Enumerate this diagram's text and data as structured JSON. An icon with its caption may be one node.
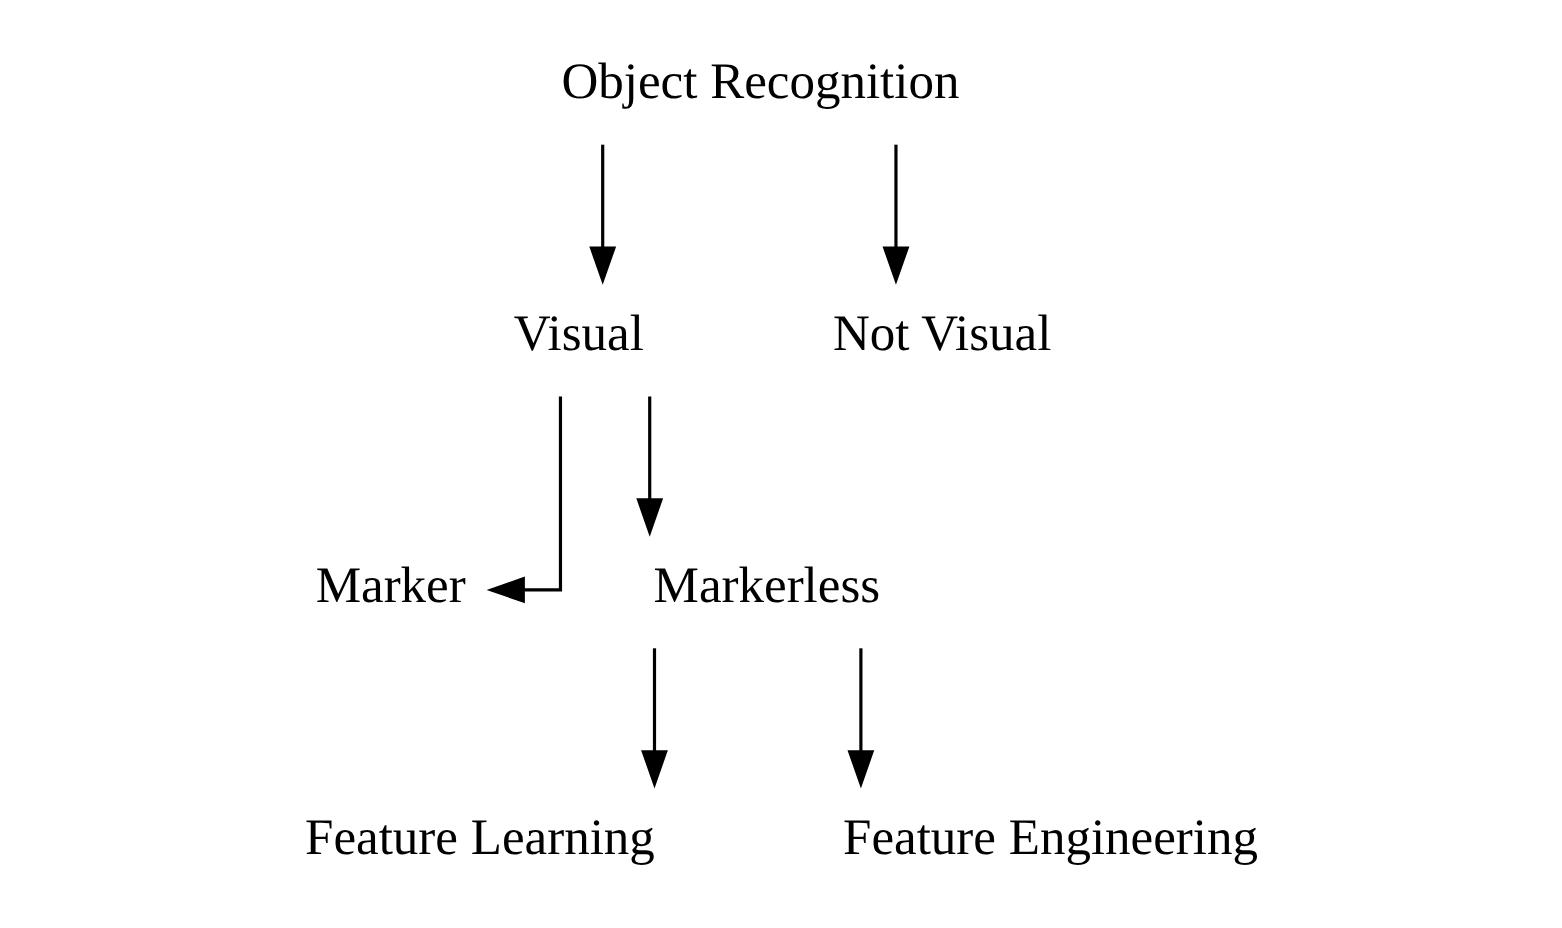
{
  "diagram": {
    "nodes": [
      {
        "text": [
          "Object Recognition"
        ]
      },
      {
        "text": [
          "Visual"
        ]
      },
      {
        "text": [
          "Not Visual"
        ]
      },
      {
        "text": [
          "Marker"
        ]
      },
      {
        "text": [
          "Markerless"
        ]
      },
      {
        "text": [
          "Feature Learning"
        ]
      },
      {
        "text": [
          "Feature Engineering"
        ]
      }
    ],
    "edges": [
      {
        "from": 0,
        "to": 1,
        "arrow": "to"
      },
      {
        "from": 0,
        "to": 2,
        "arrow": "to"
      },
      {
        "from": 1,
        "to": 3,
        "arrow": "to"
      },
      {
        "from": 1,
        "to": 4,
        "arrow": "to"
      },
      {
        "from": 4,
        "to": 5,
        "arrow": "to"
      },
      {
        "from": 4,
        "to": 6,
        "arrow": "to"
      }
    ]
  }
}
